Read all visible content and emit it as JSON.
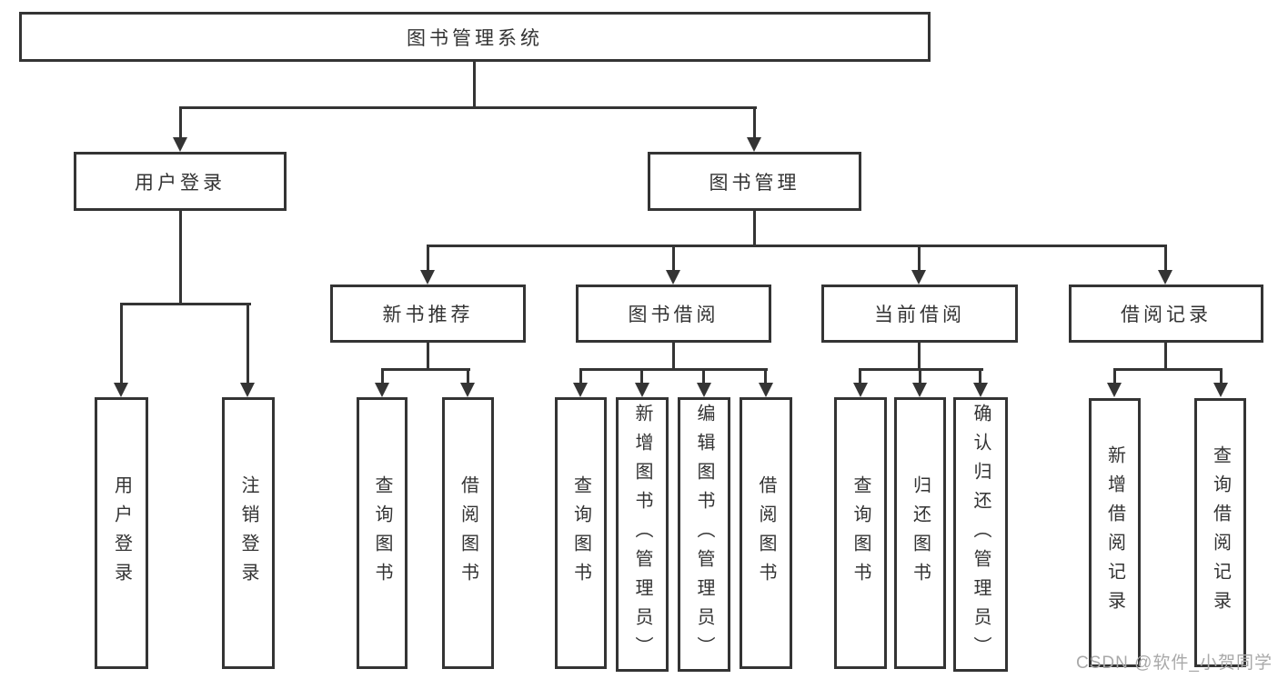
{
  "diagram": {
    "title": "图书管理系统",
    "branches": [
      {
        "label": "用户登录",
        "children": [
          {
            "label": "用户登录"
          },
          {
            "label": "注销登录"
          }
        ]
      },
      {
        "label": "图书管理",
        "children": [
          {
            "label": "新书推荐",
            "children": [
              {
                "label": "查询图书"
              },
              {
                "label": "借阅图书"
              }
            ]
          },
          {
            "label": "图书借阅",
            "children": [
              {
                "label": "查询图书"
              },
              {
                "label": "新增图书（管理员）"
              },
              {
                "label": "编辑图书（管理员）"
              },
              {
                "label": "借阅图书"
              }
            ]
          },
          {
            "label": "当前借阅",
            "children": [
              {
                "label": "查询图书"
              },
              {
                "label": "归还图书"
              },
              {
                "label": "确认归还（管理员）"
              }
            ]
          },
          {
            "label": "借阅记录",
            "children": [
              {
                "label": "新增借阅记录"
              },
              {
                "label": "查询借阅记录"
              }
            ]
          }
        ]
      }
    ],
    "watermark": "CSDN @软件_小贺同学",
    "colors": {
      "line": "#343434",
      "text": "#333333",
      "watermark": "#a9a9a9",
      "background": "#ffffff"
    }
  }
}
